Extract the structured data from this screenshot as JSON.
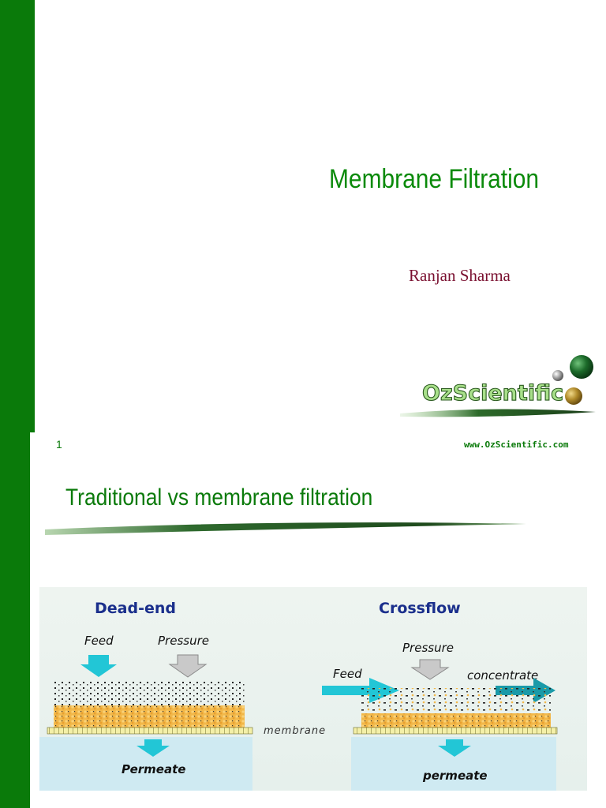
{
  "slide1": {
    "title": "Membrane Filtration",
    "author": "Ranjan Sharma",
    "logo_text": "OzScientific",
    "slide_number": "1",
    "url": "www.OzScientific.com"
  },
  "slide2": {
    "title": "Traditional vs membrane filtration",
    "diagram": {
      "dead_end_heading": "Dead-end",
      "crossflow_heading": "Crossflow",
      "feed_label": "Feed",
      "pressure_label": "Pressure",
      "permeate_label_left": "Permeate",
      "membrane_label": "membrane",
      "crossflow_pressure_label": "Pressure",
      "crossflow_feed_label": "Feed",
      "concentrate_label": "concentrate",
      "permeate_label_right": "permeate"
    }
  },
  "colors": {
    "brand_green": "#0a7a0a",
    "title_green": "#0a8a0a",
    "author_maroon": "#7a1030",
    "heading_blue": "#1a2f8c",
    "arrow_cyan": "#22c6d6"
  }
}
